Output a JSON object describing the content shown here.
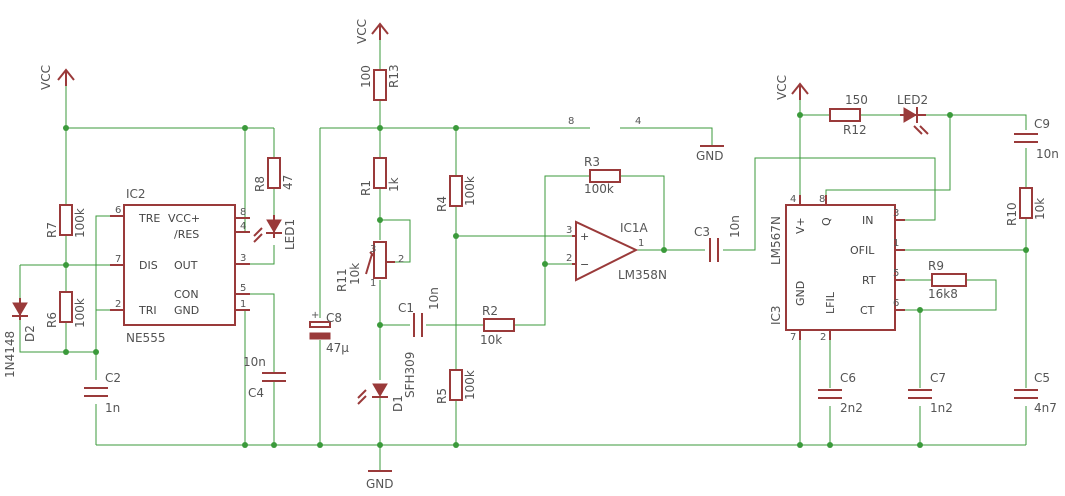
{
  "supply": {
    "vcc": "VCC",
    "gnd": "GND"
  },
  "ic2": {
    "name": "IC2",
    "part": "NE555",
    "pins": {
      "tre": "TRE",
      "vcc": "VCC+",
      "res": "/RES",
      "dis": "DIS",
      "out": "OUT",
      "tri": "TRI",
      "con": "CON",
      "gnd": "GND"
    },
    "nums": {
      "p6": "6",
      "p8": "8",
      "p4": "4",
      "p7": "7",
      "p3": "3",
      "p2": "2",
      "p5": "5",
      "p1": "1"
    }
  },
  "ic1a": {
    "name": "IC1A",
    "part": "LM358N",
    "plus": "+",
    "minus": "−",
    "p3": "3",
    "p2": "2",
    "p1": "1"
  },
  "ic3": {
    "name": "IC3",
    "part": "LM567N",
    "pins": {
      "vp": "V+",
      "q": "Q",
      "in": "IN",
      "ofil": "OFIL",
      "rt": "RT",
      "gnd": "GND",
      "lfil": "LFIL",
      "ct": "CT"
    },
    "nums": {
      "p4": "4",
      "p8": "8",
      "p3": "3",
      "p1": "1",
      "p5": "5",
      "p7": "7",
      "p2": "2",
      "p6": "6"
    }
  },
  "parts": {
    "r7": {
      "name": "R7",
      "value": "100k"
    },
    "r6": {
      "name": "R6",
      "value": "100k"
    },
    "r8": {
      "name": "R8",
      "value": "47"
    },
    "led1": {
      "name": "LED1"
    },
    "d2": {
      "name": "D2",
      "value": "1N4148"
    },
    "c2": {
      "name": "C2",
      "value": "1n"
    },
    "c4": {
      "name": "C4",
      "value": "10n"
    },
    "c8": {
      "name": "C8",
      "value": "47µ"
    },
    "r13": {
      "name": "R13",
      "value": "100"
    },
    "r1": {
      "name": "R1",
      "value": "1k"
    },
    "r11": {
      "name": "R11",
      "value": "10k",
      "p1": "1",
      "p2": "2",
      "p3": "3"
    },
    "c1": {
      "name": "C1",
      "value": "10n"
    },
    "d1": {
      "name": "D1",
      "value": "SFH309"
    },
    "r4": {
      "name": "R4",
      "value": "100k"
    },
    "r5": {
      "name": "R5",
      "value": "100k"
    },
    "r2": {
      "name": "R2",
      "value": "10k"
    },
    "r3": {
      "name": "R3",
      "value": "100k"
    },
    "c3": {
      "name": "C3",
      "value": "10n"
    },
    "r12": {
      "name": "R12",
      "value": "150"
    },
    "led2": {
      "name": "LED2"
    },
    "c9": {
      "name": "C9",
      "value": "10n"
    },
    "r10": {
      "name": "R10",
      "value": "10k"
    },
    "r9": {
      "name": "R9",
      "value": "16k8"
    },
    "c6": {
      "name": "C6",
      "value": "2n2"
    },
    "c7": {
      "name": "C7",
      "value": "1n2"
    },
    "c5": {
      "name": "C5",
      "value": "4n7"
    }
  },
  "netnums": {
    "n8": "8",
    "n4": "4"
  }
}
